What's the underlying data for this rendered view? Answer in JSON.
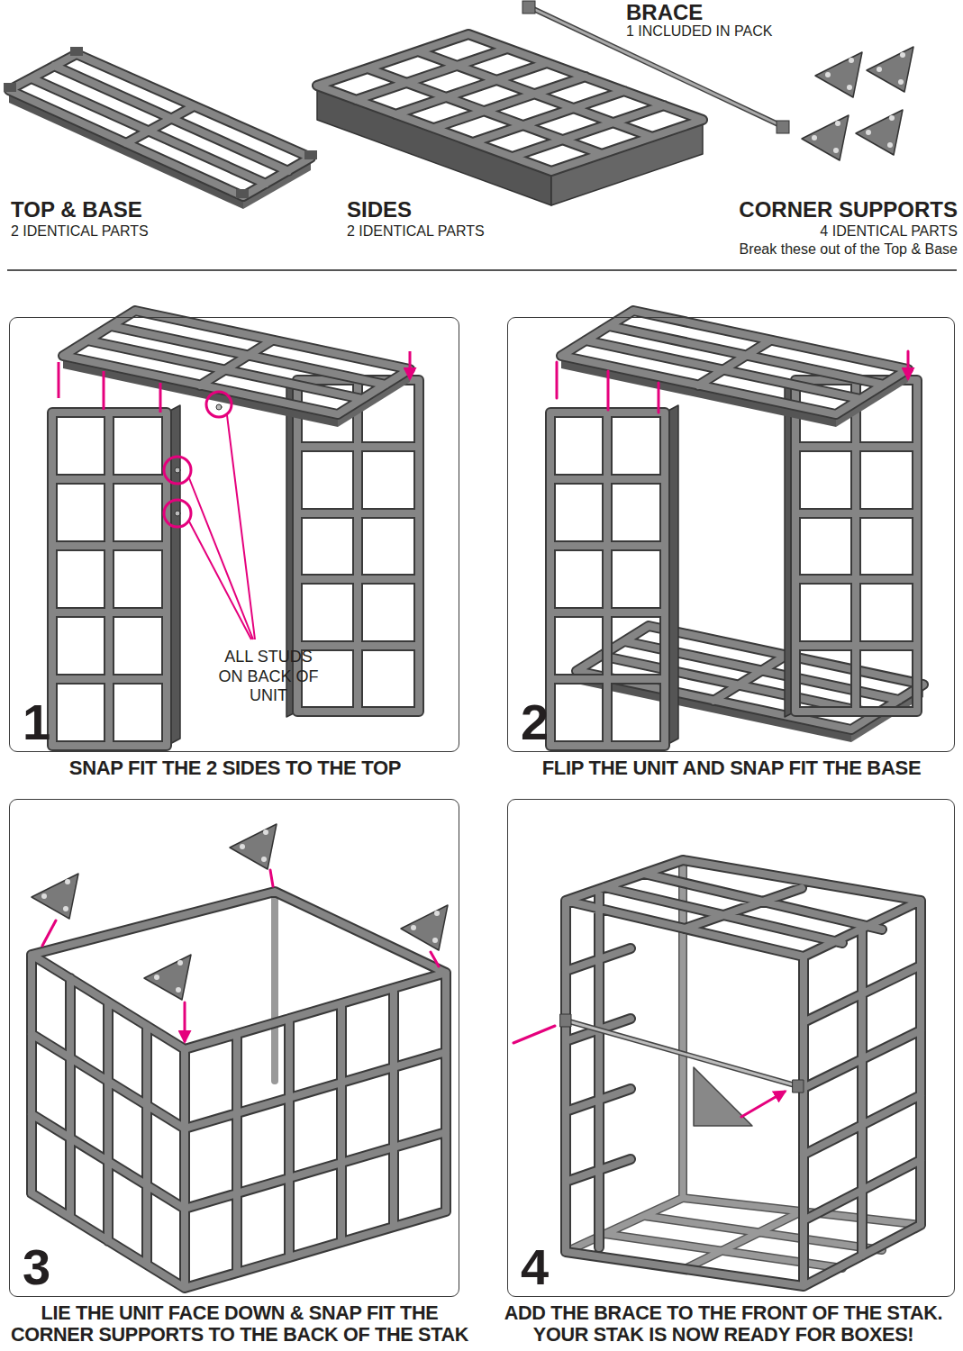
{
  "diagram": {
    "nodes": [
      {
        "text": [
          "1",
          "ALL STUDS ON BACK OF UNIT",
          "SNAP FIT THE 2 SIDES TO THE TOP"
        ]
      },
      {
        "text": [
          "2",
          "FLIP THE UNIT AND SNAP FIT THE BASE"
        ]
      },
      {
        "text": [
          "3",
          "LIE THE UNIT FACE DOWN & SNAP FIT THE CORNER SUPPORTS TO THE BACK OF THE STAK"
        ]
      },
      {
        "text": [
          "4",
          "ADD THE BRACE TO THE FRONT OF THE STAK. YOUR STAK IS NOW READY FOR BOXES!"
        ]
      }
    ],
    "labels": [
      "BRACE",
      "1 INCLUDED IN PACK",
      "TOP & BASE",
      "2 IDENTICAL PARTS",
      "SIDES",
      "2 IDENTICAL PARTS",
      "CORNER SUPPORTS",
      "4 IDENTICAL PARTS",
      "Break these out of the Top & Base"
    ]
  }
}
